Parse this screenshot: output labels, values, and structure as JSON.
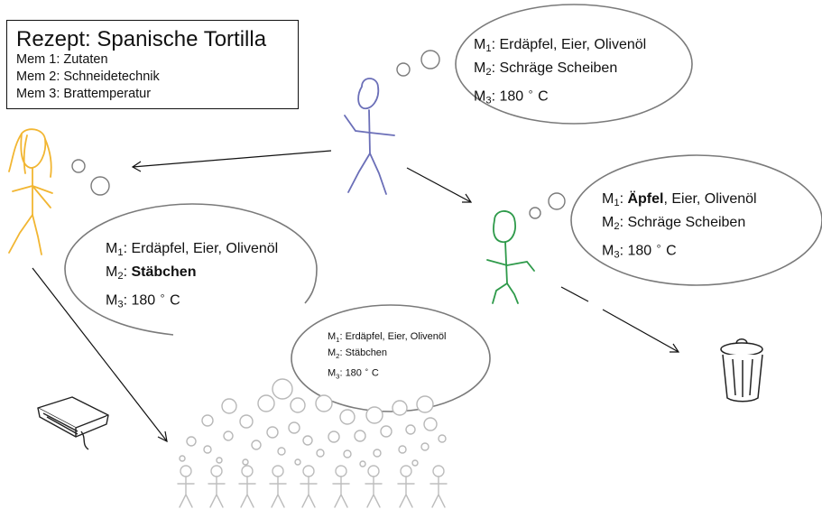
{
  "recipe_box": {
    "title": "Rezept: Spanische Tortilla",
    "items": [
      "Mem 1: Zutaten",
      "Mem 2: Schneidetechnik",
      "Mem 3: Brattemperatur"
    ]
  },
  "colors": {
    "blue_person": "#6b6fb8",
    "yellow_person": "#f2b632",
    "green_person": "#2e9a4a",
    "crowd": "#bdbdbd",
    "bubble_stroke": "#7a7a7a"
  },
  "bubbles": {
    "blue": {
      "m1_label": "M",
      "m1_sub": "1",
      "m1_text": ": Erdäpfel, Eier, Olivenöl",
      "m2_label": "M",
      "m2_sub": "2",
      "m2_text": ": Schräge Scheiben",
      "m3_label": "M",
      "m3_sub": "3",
      "m3_text": ": 180",
      "m3_deg": "∘",
      "m3_unit": " C"
    },
    "green": {
      "m1_label": "M",
      "m1_sub": "1",
      "m1_bold": "Äpfel",
      "m1_text": ", Eier, Olivenöl",
      "m2_label": "M",
      "m2_sub": "2",
      "m2_text": ": Schräge Scheiben",
      "m3_label": "M",
      "m3_sub": "3",
      "m3_text": ": 180",
      "m3_deg": "∘",
      "m3_unit": " C"
    },
    "yellow": {
      "m1_label": "M",
      "m1_sub": "1",
      "m1_text": ": Erdäpfel, Eier, Olivenöl",
      "m2_label": "M",
      "m2_sub": "2",
      "m2_bold": "Stäbchen",
      "m3_label": "M",
      "m3_sub": "3",
      "m3_text": ": 180",
      "m3_deg": "∘",
      "m3_unit": " C"
    },
    "crowd": {
      "m1_label": "M",
      "m1_sub": "1",
      "m1_text": ": Erdäpfel, Eier, Olivenöl",
      "m2_label": "M",
      "m2_sub": "2",
      "m2_text": ": Stäbchen",
      "m3_label": "M",
      "m3_sub": "3",
      "m3_text": ": 180",
      "m3_deg": "∘",
      "m3_unit": " C"
    }
  },
  "icons": {
    "book": "book-icon",
    "trash": "trash-can-icon"
  }
}
